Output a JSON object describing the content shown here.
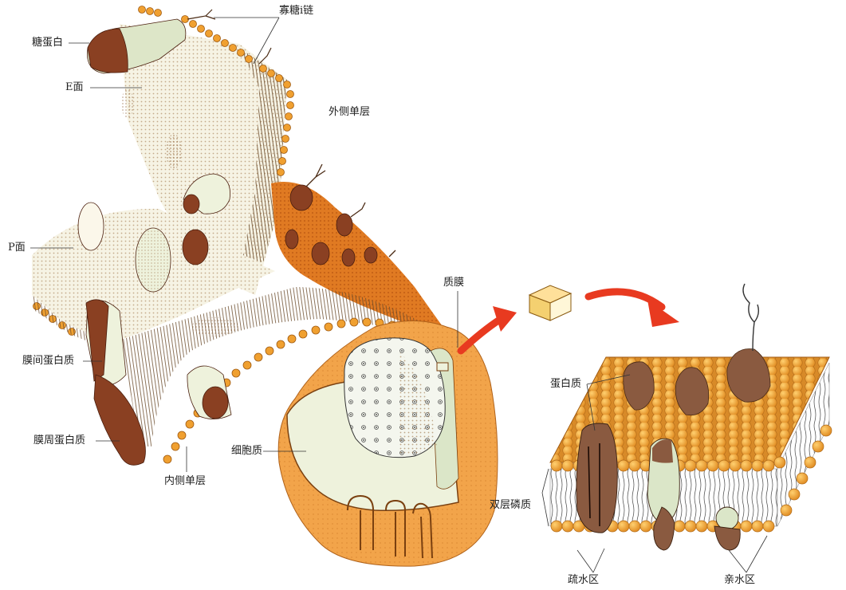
{
  "labels": {
    "oligosaccharide": "寡糖i链",
    "glycoprotein": "糖蛋白",
    "e_face": "E面",
    "outer_leaflet": "外侧单层",
    "p_face": "P面",
    "integral_protein": "膜间蛋白质",
    "peripheral_protein": "膜周蛋白质",
    "inner_leaflet": "内侧单层",
    "plasma_membrane": "质膜",
    "cytoplasm": "细胞质",
    "protein": "蛋白质",
    "phospholipid_bilayer": "双层磷质",
    "hydrophobic_region": "疏水区",
    "hydrophilic_region": "亲水区"
  },
  "colors": {
    "head_orange": "#f0a030",
    "head_outline": "#a05a10",
    "protein_brown": "#8a4022",
    "cell_orange": "#f2a44a",
    "cream": "#eef2dc",
    "arrow_red": "#e83a20"
  },
  "icons": [
    "red-arrow-icon",
    "membrane-cube-icon"
  ]
}
